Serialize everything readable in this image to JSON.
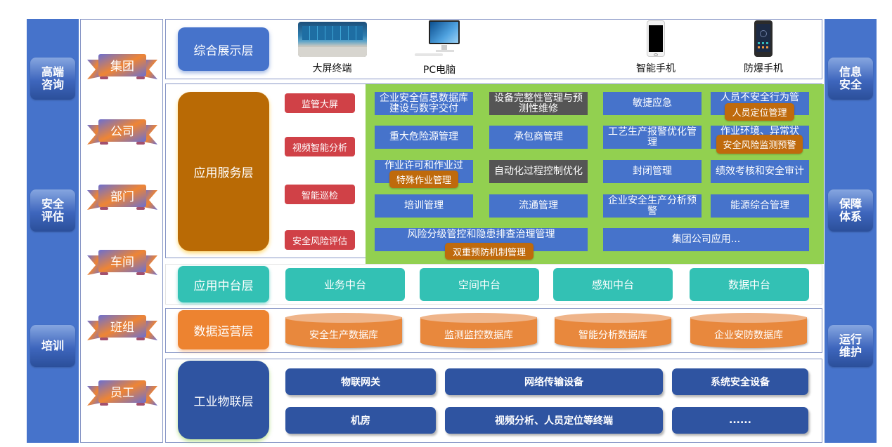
{
  "left_sidebar": {
    "items": [
      {
        "label": "高端咨询"
      },
      {
        "label": "安全评估"
      },
      {
        "label": "培训"
      }
    ]
  },
  "right_sidebar": {
    "items": [
      {
        "label": "信息安全"
      },
      {
        "label": "保障体系"
      },
      {
        "label": "运行维护"
      }
    ]
  },
  "org_levels": [
    {
      "label": "集团"
    },
    {
      "label": "公司"
    },
    {
      "label": "部门"
    },
    {
      "label": "车间"
    },
    {
      "label": "班组"
    },
    {
      "label": "员工"
    }
  ],
  "display_layer": {
    "title": "综合展示层",
    "devices": [
      {
        "label": "大屏终端",
        "icon": "video-wall-icon"
      },
      {
        "label": "PC电脑",
        "icon": "desktop-computer-icon"
      },
      {
        "label": "智能手机",
        "icon": "smartphone-icon"
      },
      {
        "label": "防爆手机",
        "icon": "rugged-phone-icon"
      }
    ]
  },
  "app_service_layer": {
    "title": "应用服务层",
    "red_buttons": [
      {
        "label": "监管大屏"
      },
      {
        "label": "视频智能分析"
      },
      {
        "label": "智能巡检"
      },
      {
        "label": "安全风险评估"
      }
    ],
    "modules": [
      {
        "label": "企业安全信息数据库建设与数字交付",
        "style": "blue"
      },
      {
        "label": "设备完整性管理与预测性维修",
        "style": "dark"
      },
      {
        "label": "敏捷应急",
        "style": "blue"
      },
      {
        "label": "人员不安全行为管",
        "style": "blue"
      },
      {
        "label": "重大危险源管理",
        "style": "blue"
      },
      {
        "label": "承包商管理",
        "style": "blue"
      },
      {
        "label": "工艺生产报警优化管理",
        "style": "blue"
      },
      {
        "label": "作业环境、异常状",
        "style": "blue"
      },
      {
        "label": "作业许可和作业过",
        "style": "blue"
      },
      {
        "label": "自动化过程控制优化",
        "style": "dark"
      },
      {
        "label": "封闭管理",
        "style": "blue"
      },
      {
        "label": "绩效考核和安全审计",
        "style": "blue"
      },
      {
        "label": "培训管理",
        "style": "blue"
      },
      {
        "label": "流通管理",
        "style": "blue"
      },
      {
        "label": "企业安全生产分析预警",
        "style": "blue"
      },
      {
        "label": "能源综合管理",
        "style": "blue"
      },
      {
        "label": "风险分级管控和隐患排查治理管理",
        "style": "blue"
      },
      {
        "label": "集团公司应用...",
        "style": "blue"
      }
    ],
    "overlay_tags": [
      {
        "label": "人员定位管理"
      },
      {
        "label": "安全风险监测预警"
      },
      {
        "label": "特殊作业管理"
      },
      {
        "label": "双重预防机制管理"
      }
    ]
  },
  "middle_platform_layer": {
    "title": "应用中台层",
    "items": [
      {
        "label": "业务中台"
      },
      {
        "label": "空间中台"
      },
      {
        "label": "感知中台"
      },
      {
        "label": "数据中台"
      }
    ]
  },
  "data_ops_layer": {
    "title": "数据运营层",
    "databases": [
      {
        "label": "安全生产数据库"
      },
      {
        "label": "监测监控数据库"
      },
      {
        "label": "智能分析数据库"
      },
      {
        "label": "企业安防数据库"
      }
    ]
  },
  "iot_layer": {
    "title": "工业物联层",
    "items": [
      {
        "label": "物联网关"
      },
      {
        "label": "网络传输设备"
      },
      {
        "label": "系统安全设备"
      },
      {
        "label": "机房"
      },
      {
        "label": "视频分析、人员定位等终端"
      },
      {
        "label": "......"
      }
    ]
  },
  "colors": {
    "sidebar_blue": "#4673cb",
    "service_brown": "#b96a05",
    "green_area": "#92d050",
    "red_button": "#d04147",
    "teal": "#33c1b4",
    "orange": "#ed8330",
    "iot_navy": "#2f54a1"
  }
}
